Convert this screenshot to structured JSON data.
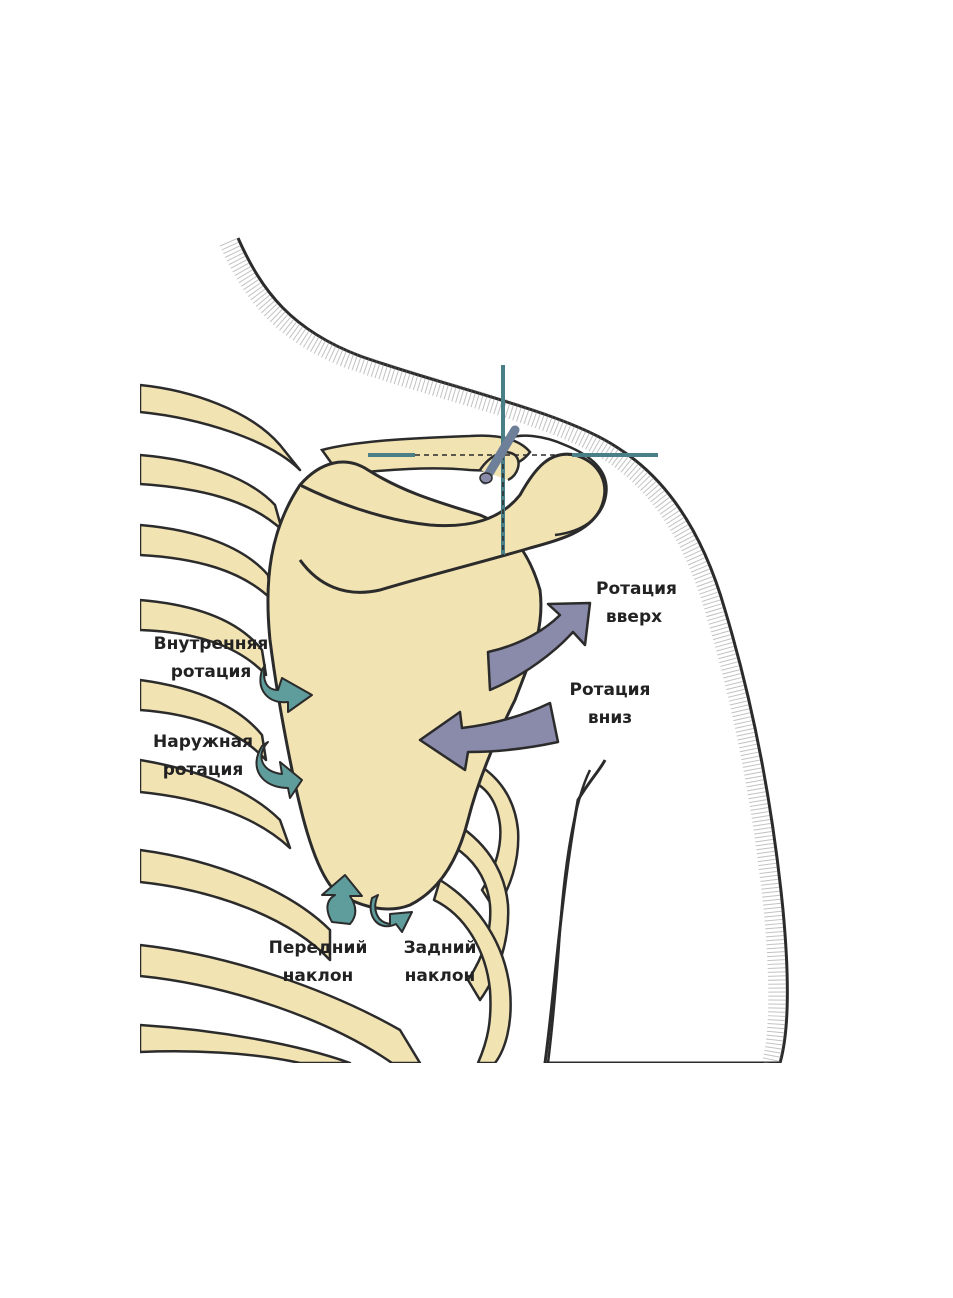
{
  "colors": {
    "bone": "#f2e3b3",
    "outline": "#2b2b2b",
    "arrow_small": "#5f9c9c",
    "arrow_small_dark": "#3d7578",
    "arrow_large": "#8a8aaa",
    "axis": "#4a7f88",
    "skin_stipple": "#555555"
  },
  "labels": {
    "upward_rotation": {
      "line1": "Ротация",
      "line2": "вверх"
    },
    "downward_rotation": {
      "line1": "Ротация",
      "line2": "вниз"
    },
    "internal_rotation": {
      "line1": "Внутренняя",
      "line2": "ротация"
    },
    "external_rotation": {
      "line1": "Наружная",
      "line2": "ротация"
    },
    "anterior_tilt": {
      "line1": "Передний",
      "line2": "наклон"
    },
    "posterior_tilt": {
      "line1": "Задний",
      "line2": "наклон"
    }
  }
}
